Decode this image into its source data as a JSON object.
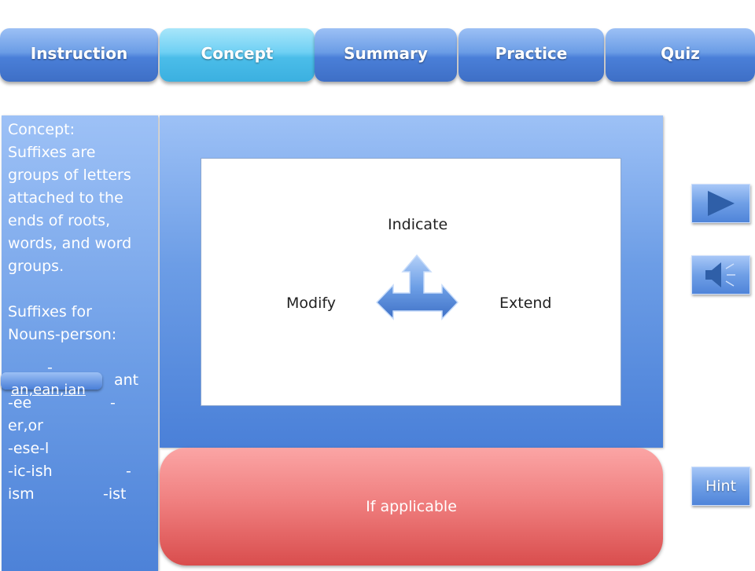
{
  "nav": {
    "tabs": [
      {
        "label": "Instruction",
        "active": false
      },
      {
        "label": "Concept",
        "active": true
      },
      {
        "label": "Summary",
        "active": false
      },
      {
        "label": "Practice",
        "active": false
      },
      {
        "label": "Quiz",
        "active": false
      }
    ]
  },
  "concept_panel": {
    "lines": [
      "Concept:",
      "Suffixes are",
      "groups of letters",
      "attached to the",
      "ends of roots,",
      "words, and word",
      "groups.",
      "",
      "Suffixes for",
      "Nouns-person:"
    ],
    "chip_dash": "-",
    "chip_text": "an,ean,ian",
    "suffix_ant": "ant",
    "suffix_ee": "-ee",
    "suffix_dash": "-",
    "suffix_er_or": "er,or",
    "suffix_ese": "-ese-l",
    "suffix_ic_ish": "-ic-ish",
    "suffix_dash2": "-",
    "suffix_ism": "ism",
    "suffix_ist": "-ist"
  },
  "diagram": {
    "top_label": "Indicate",
    "left_label": "Modify",
    "right_label": "Extend",
    "icon": "three-way-arrow-icon"
  },
  "hint_panel": {
    "label": "If applicable"
  },
  "side_buttons": {
    "next_icon": "play-triangle-icon",
    "audio_icon": "speaker-icon",
    "hint_label": "Hint"
  },
  "colors": {
    "tab_blue": "#4a7fd8",
    "tab_active": "#4bbde9",
    "panel_blue": "#6c9de6",
    "hint_red": "#e06060",
    "icon_blue": "#2f5fa8"
  }
}
